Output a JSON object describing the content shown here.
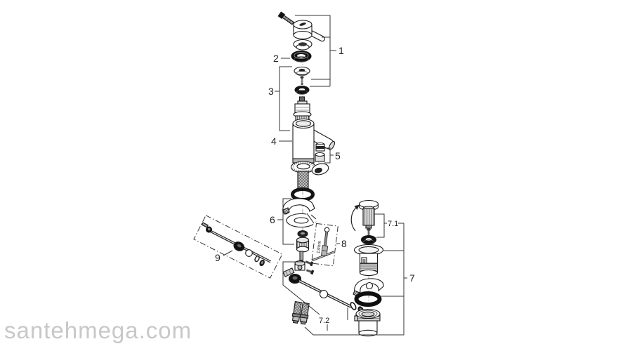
{
  "watermark": {
    "text": "santehmega.com",
    "color": "#c8c8c8"
  },
  "diagram": {
    "type": "exploded-parts-diagram",
    "subject": "single-lever basin mixer faucet with pop-up drain",
    "callouts": {
      "part1": "1",
      "part2": "2",
      "part3": "3",
      "part4": "4",
      "part5": "5",
      "part6": "6",
      "part7": "7",
      "part7_1": "7.1",
      "part7_2": "7.2",
      "part8": "8",
      "part9": "9"
    },
    "annotations": {
      "wrench_size": "13mm"
    },
    "colors": {
      "line": "#1a1a1a",
      "part_dark": "#111111",
      "part_gray": "#888888",
      "watermark": "#c8c8c8",
      "background": "#ffffff"
    }
  }
}
